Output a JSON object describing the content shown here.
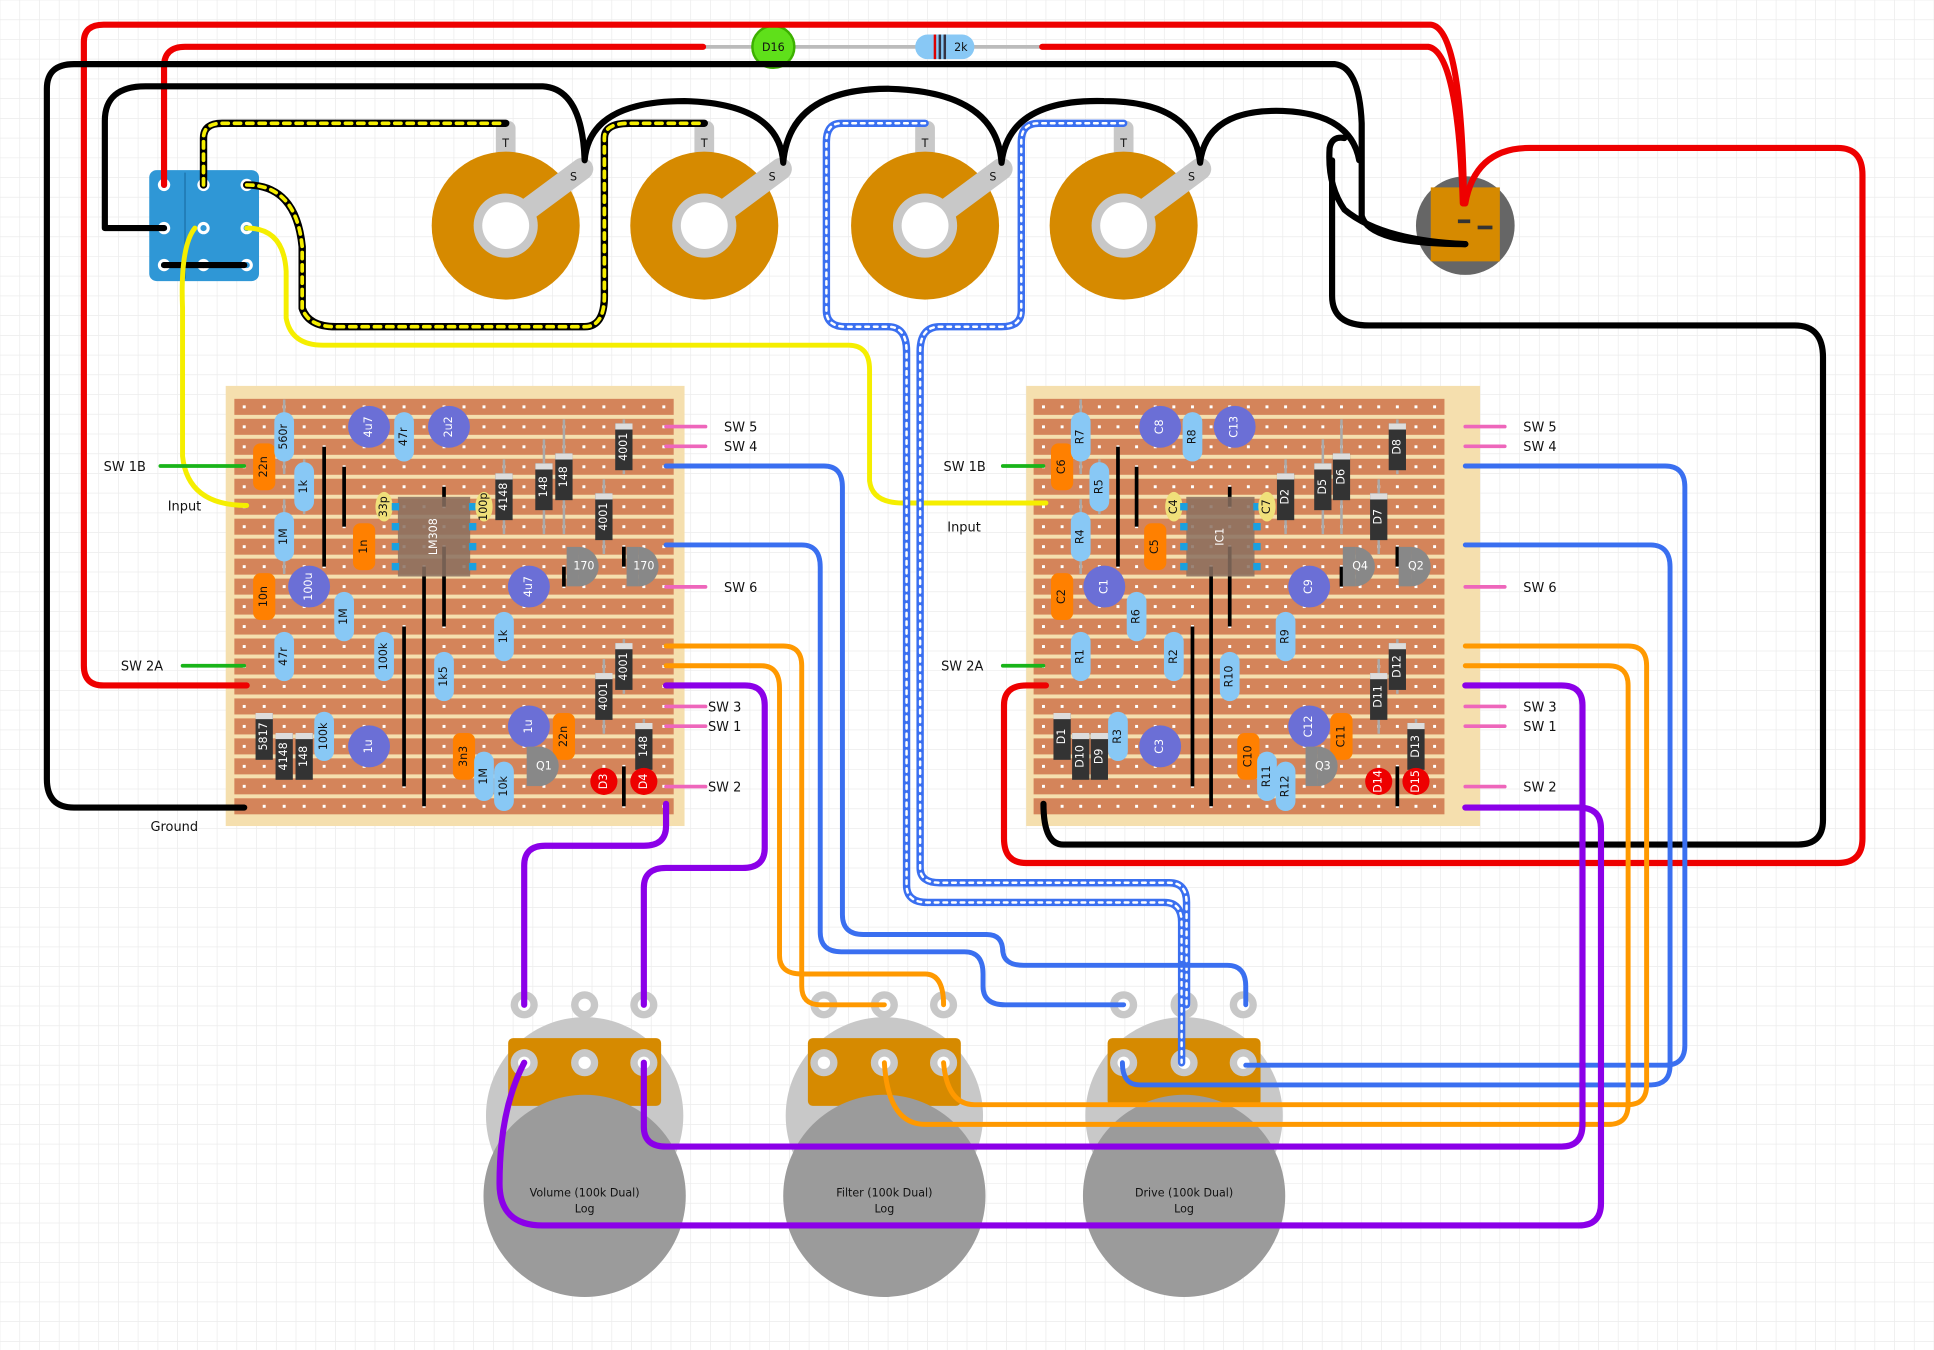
{
  "colors": {
    "wire_red": "#ee0000",
    "wire_black": "#000000",
    "wire_yellow": "#f5ee00",
    "wire_blue": "#3a6ff0",
    "wire_orange": "#ff9900",
    "wire_purple": "#8b00e8",
    "wire_green": "#19b419",
    "wire_pink": "#ee66bb",
    "strip": "#d4845a",
    "board": "#f5dfae",
    "pot": "#d68a00",
    "resistor": "#88c8f5",
    "ecap": "#6b6fd6",
    "film_cap": "#ff8000",
    "diode": "#333333",
    "led": "#ee0000"
  },
  "top": {
    "led_label": "D16",
    "resistor_label": "2k"
  },
  "pot_lug_label_t": "T",
  "pot_lug_label_s": "S",
  "board1": {
    "left_labels": {
      "sw1b": "SW 1B",
      "input": "Input",
      "sw2a": "SW 2A",
      "ground": "Ground"
    },
    "right_labels": {
      "sw5": "SW 5",
      "sw4": "SW 4",
      "sw6": "SW 6",
      "sw3": "SW 3",
      "sw1": "SW 1",
      "sw2": "SW 2"
    },
    "components": [
      "22n",
      "560r",
      "1k",
      "1M",
      "4u7",
      "47r",
      "2u2",
      "33p",
      "LM308",
      "100p",
      "4148",
      "148",
      "148",
      "4001",
      "4001",
      "1n",
      "10n",
      "100u",
      "1M",
      "4u7",
      "170",
      "170",
      "1k",
      "47r",
      "100k",
      "1k5",
      "4001",
      "4001",
      "5817",
      "4148",
      "148",
      "100k",
      "1u",
      "3n3",
      "1M",
      "10k",
      "1u",
      "22n",
      "Q1",
      "148",
      "D3",
      "D4"
    ]
  },
  "board2": {
    "left_labels": {
      "sw1b": "SW 1B",
      "input": "Input",
      "sw2a": "SW 2A"
    },
    "right_labels": {
      "sw5": "SW 5",
      "sw4": "SW 4",
      "sw6": "SW 6",
      "sw3": "SW 3",
      "sw1": "SW 1",
      "sw2": "SW 2"
    },
    "components": [
      "C6",
      "R7",
      "R5",
      "R4",
      "C8",
      "R8",
      "C13",
      "C4",
      "IC1",
      "C7",
      "D2",
      "D5",
      "D6",
      "D8",
      "D7",
      "C5",
      "C2",
      "C1",
      "R6",
      "C9",
      "Q4",
      "Q2",
      "R9",
      "R1",
      "R2",
      "R10",
      "D12",
      "D11",
      "D1",
      "D10",
      "D9",
      "R3",
      "C3",
      "C10",
      "R11",
      "R12",
      "C12",
      "C11",
      "Q3",
      "D13",
      "D14",
      "D15"
    ]
  },
  "pots": [
    {
      "line1": "Volume (100k Dual)",
      "line2": "Log"
    },
    {
      "line1": "Filter (100k Dual)",
      "line2": "Log"
    },
    {
      "line1": "Drive (100k Dual)",
      "line2": "Log"
    }
  ]
}
